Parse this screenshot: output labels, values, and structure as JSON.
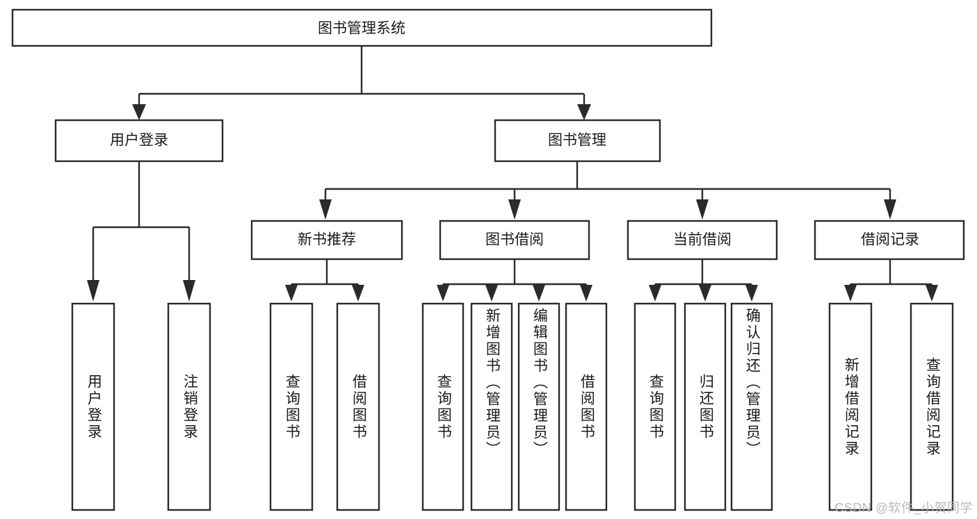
{
  "diagram": {
    "type": "tree",
    "title": "图书管理系统",
    "watermark": "CSDN @软件_小贺同学",
    "colors": {
      "stroke": "#2b2b2b",
      "fill": "#ffffff",
      "text": "#1a1a1a",
      "watermark": "#b9b9b9",
      "background": "#ffffff"
    },
    "levels": {
      "root": {
        "label": "图书管理系统"
      },
      "level2": [
        {
          "label": "用户登录"
        },
        {
          "label": "图书管理"
        }
      ],
      "level3": [
        {
          "label": "新书推荐"
        },
        {
          "label": "图书借阅"
        },
        {
          "label": "当前借阅"
        },
        {
          "label": "借阅记录"
        }
      ],
      "leaves": [
        {
          "label": "用户登录",
          "parent": "用户登录"
        },
        {
          "label": "注销登录",
          "parent": "用户登录"
        },
        {
          "label": "查询图书",
          "parent": "新书推荐"
        },
        {
          "label": "借阅图书",
          "parent": "新书推荐"
        },
        {
          "label": "查询图书",
          "parent": "图书借阅"
        },
        {
          "label": "新增图书（管理员）",
          "parent": "图书借阅"
        },
        {
          "label": "编辑图书（管理员）",
          "parent": "图书借阅"
        },
        {
          "label": "借阅图书",
          "parent": "图书借阅"
        },
        {
          "label": "查询图书",
          "parent": "当前借阅"
        },
        {
          "label": "归还图书",
          "parent": "当前借阅"
        },
        {
          "label": "确认归还（管理员）",
          "parent": "当前借阅"
        },
        {
          "label": "新增借阅记录",
          "parent": "借阅记录"
        },
        {
          "label": "查询借阅记录",
          "parent": "借阅记录"
        }
      ]
    }
  }
}
